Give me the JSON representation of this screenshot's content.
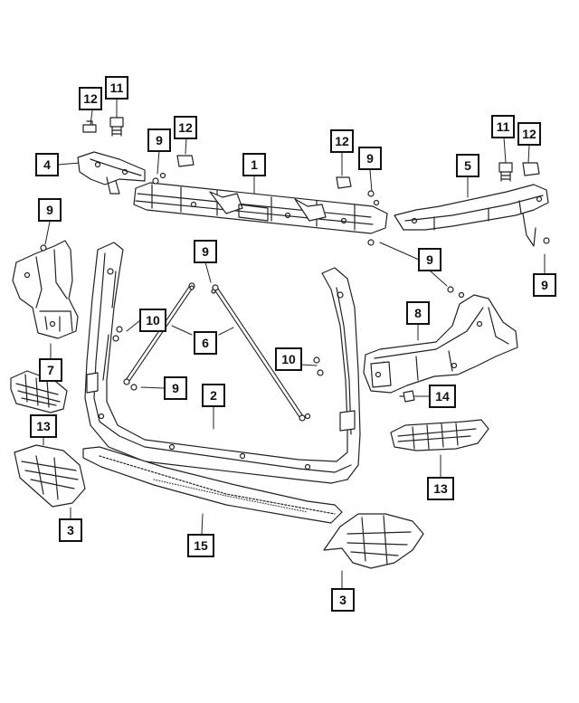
{
  "diagram": {
    "callouts": [
      {
        "id": "c-12a",
        "label": "12"
      },
      {
        "id": "c-11a",
        "label": "11"
      },
      {
        "id": "c-9a",
        "label": "9"
      },
      {
        "id": "c-12b",
        "label": "12"
      },
      {
        "id": "c-12c",
        "label": "12"
      },
      {
        "id": "c-9b",
        "label": "9"
      },
      {
        "id": "c-11b",
        "label": "11"
      },
      {
        "id": "c-12d",
        "label": "12"
      },
      {
        "id": "c-4",
        "label": "4"
      },
      {
        "id": "c-1",
        "label": "1"
      },
      {
        "id": "c-5",
        "label": "5"
      },
      {
        "id": "c-9c",
        "label": "9"
      },
      {
        "id": "c-9d",
        "label": "9"
      },
      {
        "id": "c-9e",
        "label": "9"
      },
      {
        "id": "c-9f",
        "label": "9"
      },
      {
        "id": "c-10a",
        "label": "10"
      },
      {
        "id": "c-6",
        "label": "6"
      },
      {
        "id": "c-8",
        "label": "8"
      },
      {
        "id": "c-10b",
        "label": "10"
      },
      {
        "id": "c-7",
        "label": "7"
      },
      {
        "id": "c-9g",
        "label": "9"
      },
      {
        "id": "c-2",
        "label": "2"
      },
      {
        "id": "c-14",
        "label": "14"
      },
      {
        "id": "c-13a",
        "label": "13"
      },
      {
        "id": "c-13b",
        "label": "13"
      },
      {
        "id": "c-3a",
        "label": "3"
      },
      {
        "id": "c-15",
        "label": "15"
      },
      {
        "id": "c-3b",
        "label": "3"
      }
    ]
  }
}
